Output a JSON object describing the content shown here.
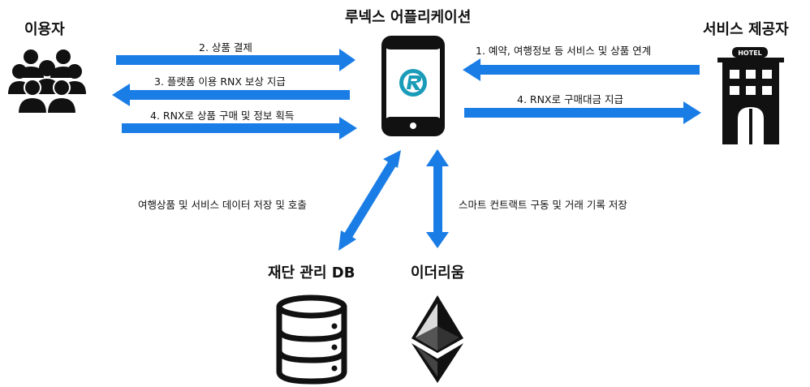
{
  "nodes": {
    "user": {
      "title": "이용자",
      "icon": "users-group-icon"
    },
    "app": {
      "title": "루넥스 어플리케이션",
      "icon": "smartphone-icon",
      "logo": "R"
    },
    "provider": {
      "title": "서비스 제공자",
      "icon": "hotel-building-icon",
      "sign": "HOTEL"
    },
    "db": {
      "title": "재단 관리 DB",
      "icon": "database-icon"
    },
    "eth": {
      "title": "이더리움",
      "icon": "ethereum-icon"
    }
  },
  "edges": {
    "payment": "2. 상품 결제",
    "reward": "3.  플랫폼 이용 RNX 보상 지급",
    "purchase": "4. RNX로 상품 구매 및 정보 획득",
    "link": "1. 예약, 여행정보 등 서비스 및 상품 연계",
    "settle": "4. RNX로 구매대금 지급",
    "db_store": "여행상품 및 서비스 데이터 저장 및 호출",
    "contract": "스마트 컨트랙트 구동 및 거래 기록 저장"
  },
  "colors": {
    "arrow": "#1a7de6",
    "icon": "#111111",
    "logo_teal": "#1a9bb8"
  }
}
